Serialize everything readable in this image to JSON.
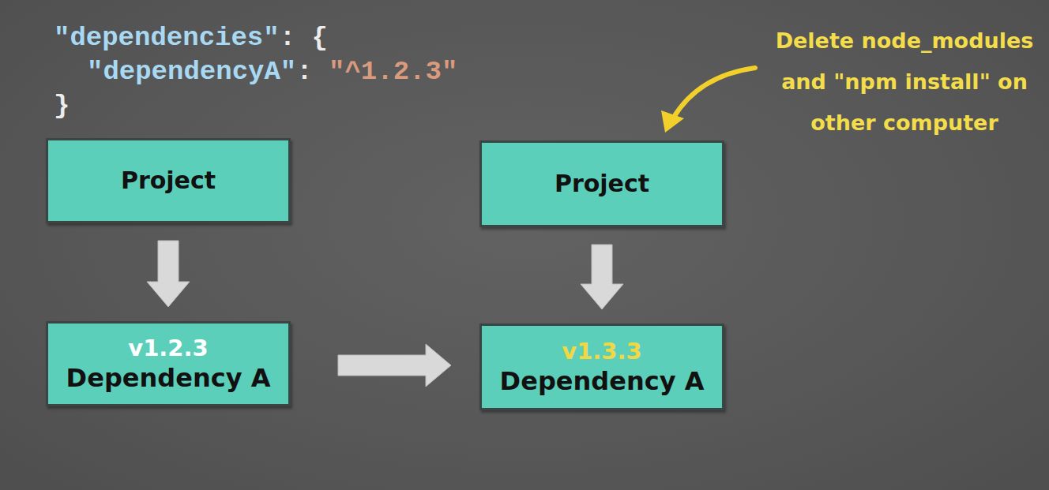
{
  "diagram": {
    "nodes": [
      {
        "text": [
          "Project"
        ]
      },
      {
        "text": [
          "v1.2.3",
          "Dependency A"
        ]
      },
      {
        "text": [
          "Project"
        ]
      },
      {
        "text": [
          "v1.3.3",
          "Dependency A"
        ]
      }
    ],
    "edges": [
      {
        "from": 0,
        "to": 1,
        "arrow": "to"
      },
      {
        "from": 2,
        "to": 3,
        "arrow": "to"
      },
      {
        "from": 1,
        "to": 3,
        "arrow": "to"
      }
    ],
    "labels": [
      "\"dependencies\": {",
      "\"dependencyA\": \"^1.2.3\"",
      "}",
      "Delete node_modules and \"npm install\" on other computer"
    ]
  }
}
